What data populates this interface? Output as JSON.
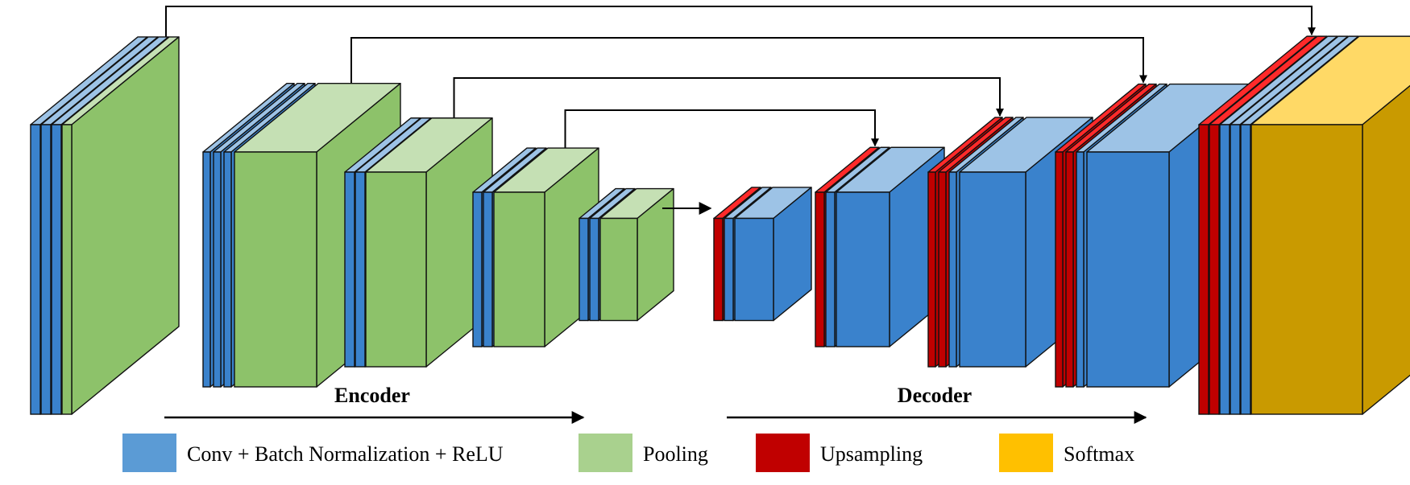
{
  "sections": {
    "encoder_label": "Encoder",
    "decoder_label": "Decoder"
  },
  "legend": [
    {
      "key": "conv",
      "label": "Conv + Batch Normalization + ReLU",
      "color": "#5b9bd5"
    },
    {
      "key": "pool",
      "label": "Pooling",
      "color": "#a9d18e"
    },
    {
      "key": "up",
      "label": "Upsampling",
      "color": "#c00000"
    },
    {
      "key": "soft",
      "label": "Softmax",
      "color": "#ffc000"
    }
  ],
  "palette": {
    "conv": {
      "front": "#3a82cc",
      "top": "#9dc3e6",
      "stroke": "#111111"
    },
    "pool": {
      "front": "#8dc26a",
      "top": "#c5e0b4",
      "stroke": "#111111"
    },
    "up": {
      "front": "#c00000",
      "top": "#ff2a2a",
      "stroke": "#111111"
    },
    "soft": {
      "front": "#c99a00",
      "top": "#ffd966",
      "stroke": "#111111"
    },
    "line": "#000000"
  },
  "stages": [
    {
      "name": "encoder-stage-1",
      "layers": [
        "conv",
        "conv",
        "conv",
        "pool"
      ]
    },
    {
      "name": "encoder-stage-2",
      "layers": [
        "conv",
        "conv",
        "conv",
        "pool"
      ]
    },
    {
      "name": "encoder-stage-3",
      "layers": [
        "conv",
        "conv",
        "pool"
      ]
    },
    {
      "name": "encoder-stage-4",
      "layers": [
        "conv",
        "conv",
        "pool"
      ]
    },
    {
      "name": "bottleneck-stage",
      "layers": [
        "conv",
        "conv",
        "pool"
      ]
    },
    {
      "name": "decoder-stage-1",
      "layers": [
        "up",
        "conv",
        "conv"
      ]
    },
    {
      "name": "decoder-stage-2",
      "layers": [
        "up",
        "conv",
        "conv"
      ]
    },
    {
      "name": "decoder-stage-3",
      "layers": [
        "up",
        "up",
        "conv",
        "conv"
      ]
    },
    {
      "name": "decoder-stage-4",
      "layers": [
        "up",
        "up",
        "conv",
        "conv"
      ]
    },
    {
      "name": "output-stage",
      "layers": [
        "up",
        "up",
        "conv",
        "conv",
        "conv",
        "soft"
      ]
    }
  ]
}
